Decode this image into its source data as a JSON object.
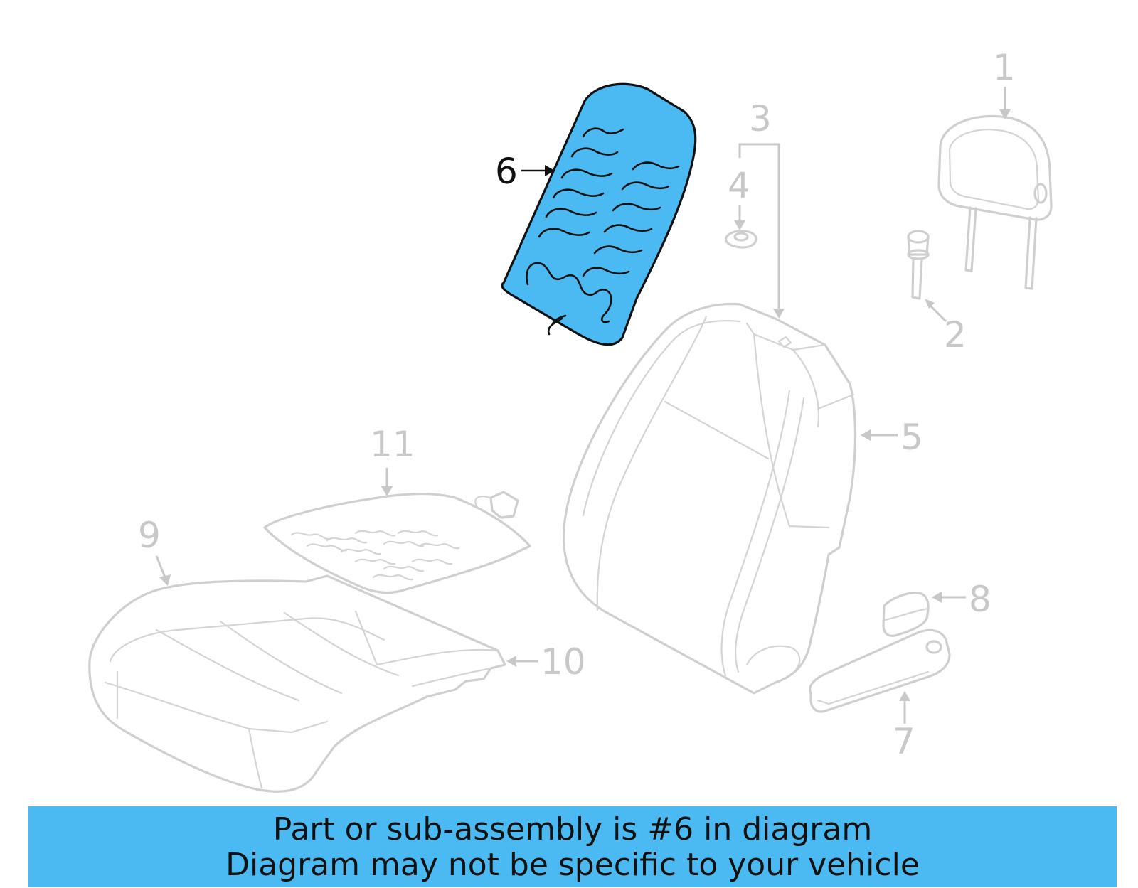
{
  "callouts": {
    "c1": "1",
    "c2": "2",
    "c3": "3",
    "c4": "4",
    "c5": "5",
    "c6": "6",
    "c7": "7",
    "c8": "8",
    "c9": "9",
    "c10": "10",
    "c11": "11"
  },
  "highlight": {
    "part": "6",
    "color": "#4cbaf2"
  },
  "banner": {
    "line1": "Part or sub-assembly is #6 in diagram",
    "line2": "Diagram may not be specific to your vehicle",
    "color": "#4cbaf2"
  }
}
